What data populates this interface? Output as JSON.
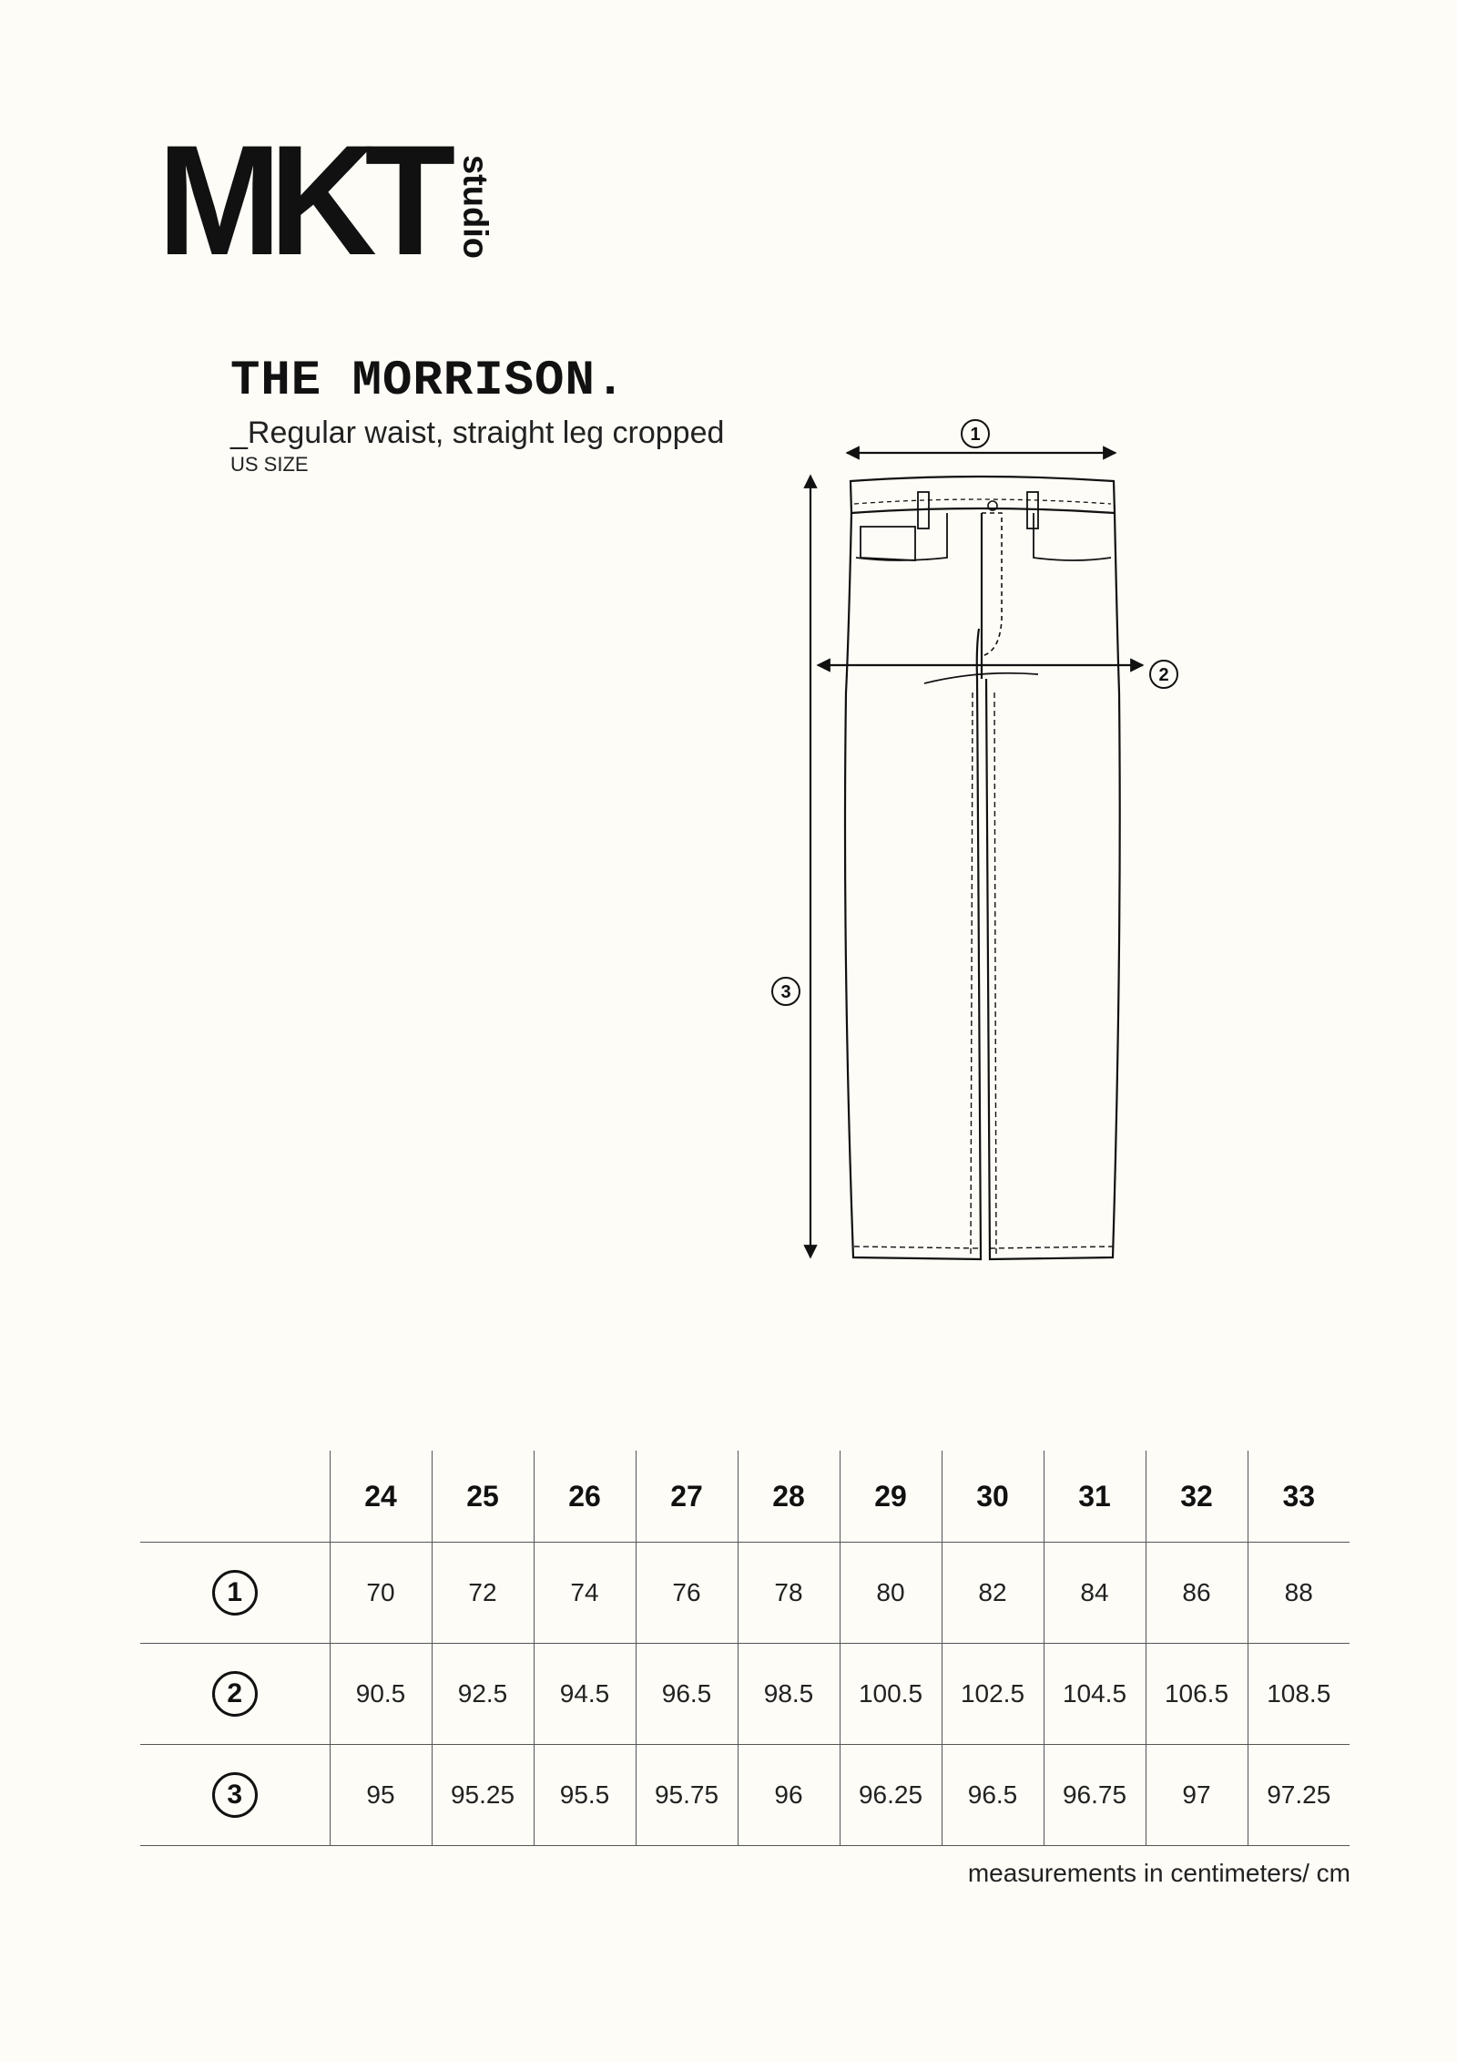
{
  "brand": {
    "logo_main": "MKT",
    "logo_sub": "studio"
  },
  "product": {
    "title": "THE MORRISON.",
    "subtitle": "_Regular waist, straight leg cropped",
    "size_system": "US SIZE"
  },
  "diagram": {
    "callouts": [
      "1",
      "2",
      "3"
    ]
  },
  "size_table": {
    "sizes": [
      "24",
      "25",
      "26",
      "27",
      "28",
      "29",
      "30",
      "31",
      "32",
      "33"
    ],
    "rows": [
      {
        "badge": "1",
        "values": [
          "70",
          "72",
          "74",
          "76",
          "78",
          "80",
          "82",
          "84",
          "86",
          "88"
        ]
      },
      {
        "badge": "2",
        "values": [
          "90.5",
          "92.5",
          "94.5",
          "96.5",
          "98.5",
          "100.5",
          "102.5",
          "104.5",
          "106.5",
          "108.5"
        ]
      },
      {
        "badge": "3",
        "values": [
          "95",
          "95.25",
          "95.5",
          "95.75",
          "96",
          "96.25",
          "96.5",
          "96.75",
          "97",
          "97.25"
        ]
      }
    ]
  },
  "footer": {
    "units_note": "measurements in centimeters/ cm"
  }
}
